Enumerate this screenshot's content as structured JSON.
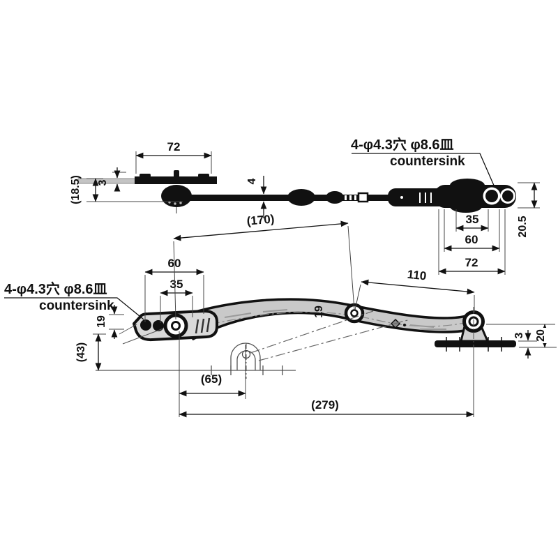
{
  "colors": {
    "ink": "#111111",
    "metal": "#c9c9c9",
    "bracket": "#d9d9d9",
    "phantom": "#555555",
    "paper": "#ffffff"
  },
  "notes": {
    "top": {
      "line1": "4-φ4.3穴 φ8.6皿",
      "line2": "countersink"
    },
    "left": {
      "line1": "4-φ4.3穴 φ8.6皿",
      "line2": "countersink"
    }
  },
  "top_view": {
    "plate_width": "72",
    "plate_thickness": "3",
    "overall_height": "(18.5)",
    "bar_thickness": "4",
    "end_hole_pitch": "35",
    "end_mount_span": "60",
    "end_width": "72",
    "end_height": "20.5"
  },
  "bottom_view": {
    "pivot_span": "(170)",
    "mount_span": "60",
    "hole_pitch": "35",
    "outer_link_span": "110",
    "arm_width": "19",
    "end_height_left": "19",
    "closed_drop": "(43)",
    "closed_offset": "(65)",
    "overall_length": "(279)",
    "base_thickness": "3",
    "base_bracket_height": "20"
  }
}
